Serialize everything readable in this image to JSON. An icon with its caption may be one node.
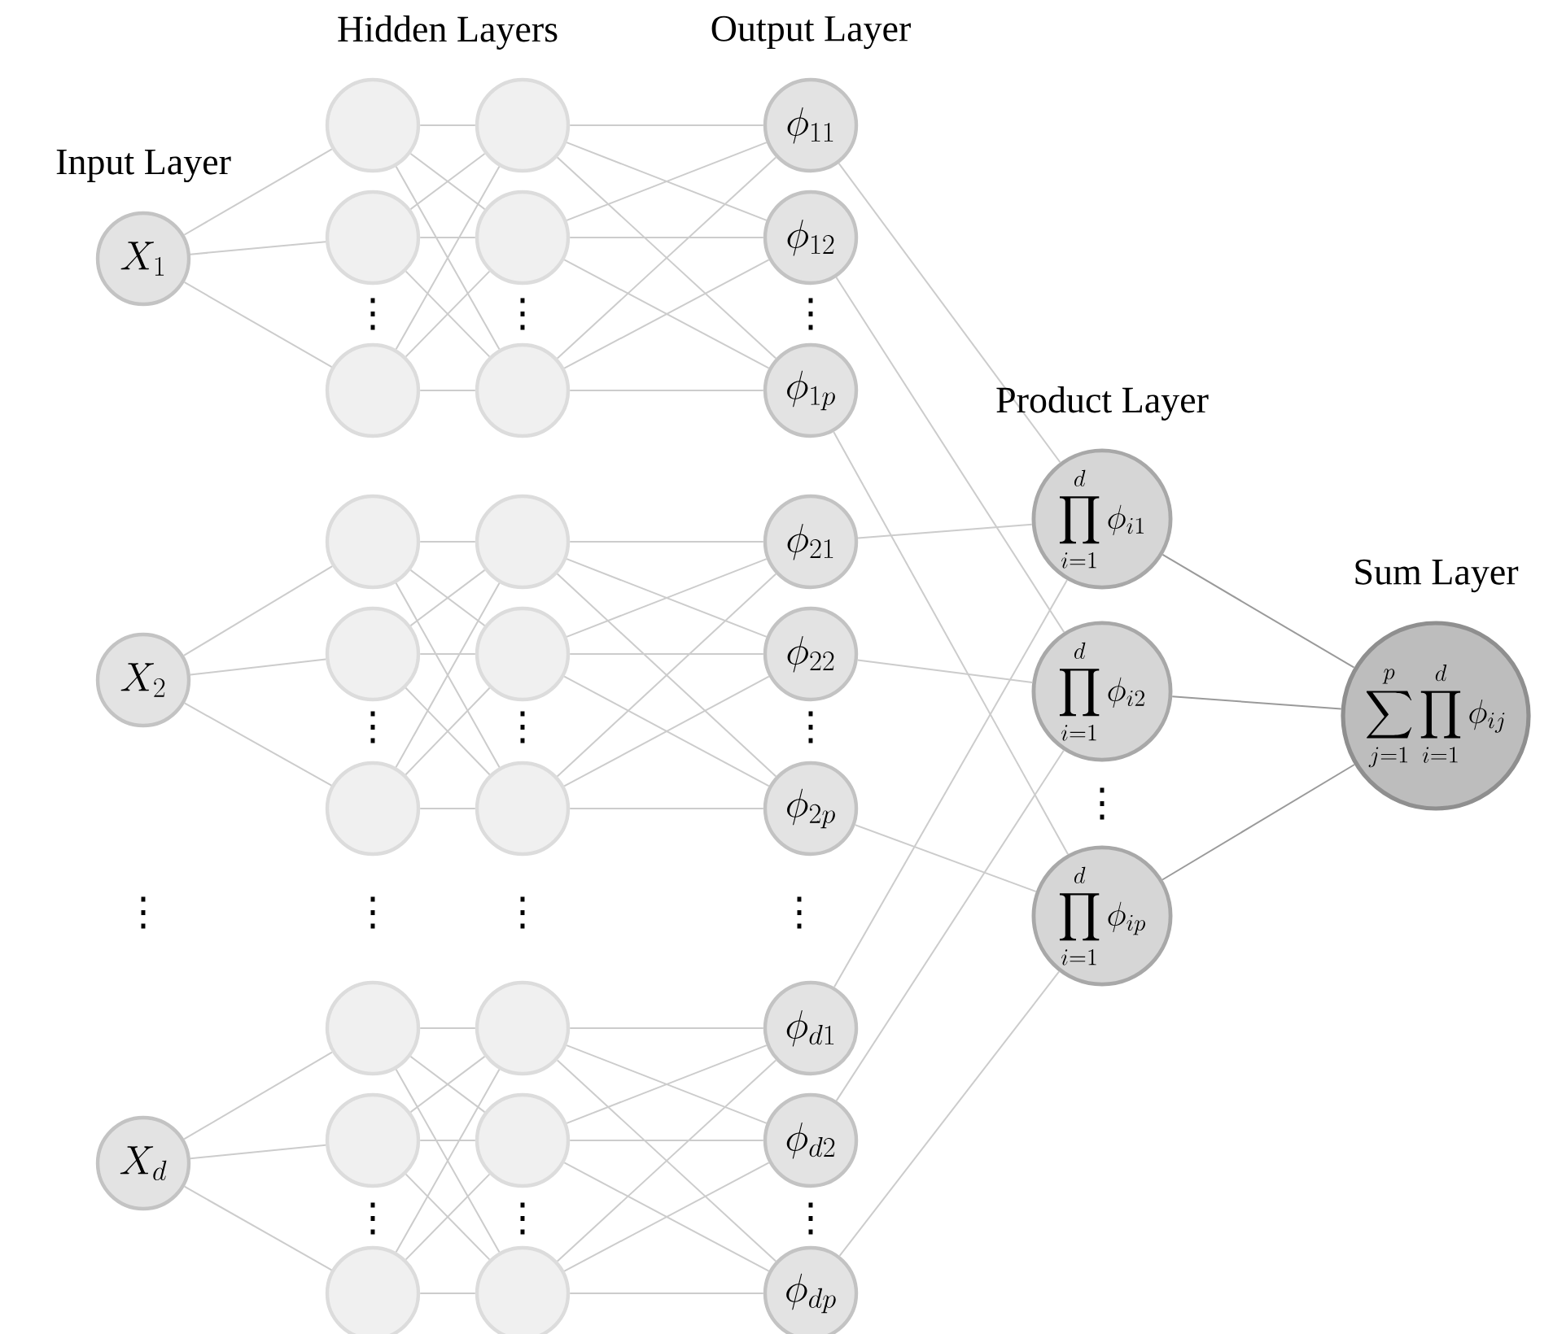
{
  "diagram": {
    "nodes": [
      {
        "text": [
          "X_1"
        ]
      },
      {
        "text": [
          "X_2"
        ]
      },
      {
        "text": [
          "X_d"
        ]
      },
      {
        "text": [],
        "shape": "circle"
      },
      {
        "text": [],
        "shape": "circle"
      },
      {
        "text": [],
        "shape": "circle"
      },
      {
        "text": [],
        "shape": "circle"
      },
      {
        "text": [],
        "shape": "circle"
      },
      {
        "text": [],
        "shape": "circle"
      },
      {
        "text": [],
        "shape": "circle"
      },
      {
        "text": [],
        "shape": "circle"
      },
      {
        "text": [],
        "shape": "circle"
      },
      {
        "text": [],
        "shape": "circle"
      },
      {
        "text": [],
        "shape": "circle"
      },
      {
        "text": [],
        "shape": "circle"
      },
      {
        "text": [],
        "shape": "circle"
      },
      {
        "text": [],
        "shape": "circle"
      },
      {
        "text": [],
        "shape": "circle"
      },
      {
        "text": [],
        "shape": "circle"
      },
      {
        "text": [],
        "shape": "circle"
      },
      {
        "text": [],
        "shape": "circle"
      },
      {
        "text": [
          "\\phi_{11}"
        ]
      },
      {
        "text": [
          "\\phi_{12}"
        ]
      },
      {
        "text": [
          "\\phi_{1p}"
        ]
      },
      {
        "text": [
          "\\phi_{21}"
        ]
      },
      {
        "text": [
          "\\phi_{22}"
        ]
      },
      {
        "text": [
          "\\phi_{2p}"
        ]
      },
      {
        "text": [
          "\\phi_{d1}"
        ]
      },
      {
        "text": [
          "\\phi_{d2}"
        ]
      },
      {
        "text": [
          "\\phi_{dp}"
        ]
      },
      {
        "text": [
          "\\prod_{i=1}^{d}\\phi_{i1}"
        ]
      },
      {
        "text": [
          "\\prod_{i=1}^{d}\\phi_{i2}"
        ]
      },
      {
        "text": [
          "\\prod_{i=1}^{d}\\phi_{ip}"
        ]
      },
      {
        "text": [
          "\\sum_{j=1}^{p}\\prod_{i=1}^{d}\\phi_{ij}"
        ]
      }
    ],
    "edges": [
      {
        "from": 0,
        "to": 3,
        "arrow": "none"
      },
      {
        "from": 0,
        "to": 4,
        "arrow": "none"
      },
      {
        "from": 0,
        "to": 5,
        "arrow": "none"
      },
      {
        "from": 3,
        "to": 12,
        "arrow": "none"
      },
      {
        "from": 3,
        "to": 13,
        "arrow": "none"
      },
      {
        "from": 3,
        "to": 14,
        "arrow": "none"
      },
      {
        "from": 4,
        "to": 12,
        "arrow": "none"
      },
      {
        "from": 4,
        "to": 13,
        "arrow": "none"
      },
      {
        "from": 4,
        "to": 14,
        "arrow": "none"
      },
      {
        "from": 5,
        "to": 12,
        "arrow": "none"
      },
      {
        "from": 5,
        "to": 13,
        "arrow": "none"
      },
      {
        "from": 5,
        "to": 14,
        "arrow": "none"
      },
      {
        "from": 12,
        "to": 21,
        "arrow": "none"
      },
      {
        "from": 12,
        "to": 22,
        "arrow": "none"
      },
      {
        "from": 12,
        "to": 23,
        "arrow": "none"
      },
      {
        "from": 13,
        "to": 21,
        "arrow": "none"
      },
      {
        "from": 13,
        "to": 22,
        "arrow": "none"
      },
      {
        "from": 13,
        "to": 23,
        "arrow": "none"
      },
      {
        "from": 14,
        "to": 21,
        "arrow": "none"
      },
      {
        "from": 14,
        "to": 22,
        "arrow": "none"
      },
      {
        "from": 14,
        "to": 23,
        "arrow": "none"
      },
      {
        "from": 1,
        "to": 6,
        "arrow": "none"
      },
      {
        "from": 1,
        "to": 7,
        "arrow": "none"
      },
      {
        "from": 1,
        "to": 8,
        "arrow": "none"
      },
      {
        "from": 6,
        "to": 15,
        "arrow": "none"
      },
      {
        "from": 6,
        "to": 16,
        "arrow": "none"
      },
      {
        "from": 6,
        "to": 17,
        "arrow": "none"
      },
      {
        "from": 7,
        "to": 15,
        "arrow": "none"
      },
      {
        "from": 7,
        "to": 16,
        "arrow": "none"
      },
      {
        "from": 7,
        "to": 17,
        "arrow": "none"
      },
      {
        "from": 8,
        "to": 15,
        "arrow": "none"
      },
      {
        "from": 8,
        "to": 16,
        "arrow": "none"
      },
      {
        "from": 8,
        "to": 17,
        "arrow": "none"
      },
      {
        "from": 15,
        "to": 24,
        "arrow": "none"
      },
      {
        "from": 15,
        "to": 25,
        "arrow": "none"
      },
      {
        "from": 15,
        "to": 26,
        "arrow": "none"
      },
      {
        "from": 16,
        "to": 24,
        "arrow": "none"
      },
      {
        "from": 16,
        "to": 25,
        "arrow": "none"
      },
      {
        "from": 16,
        "to": 26,
        "arrow": "none"
      },
      {
        "from": 17,
        "to": 24,
        "arrow": "none"
      },
      {
        "from": 17,
        "to": 25,
        "arrow": "none"
      },
      {
        "from": 17,
        "to": 26,
        "arrow": "none"
      },
      {
        "from": 2,
        "to": 9,
        "arrow": "none"
      },
      {
        "from": 2,
        "to": 10,
        "arrow": "none"
      },
      {
        "from": 2,
        "to": 11,
        "arrow": "none"
      },
      {
        "from": 9,
        "to": 18,
        "arrow": "none"
      },
      {
        "from": 9,
        "to": 19,
        "arrow": "none"
      },
      {
        "from": 9,
        "to": 20,
        "arrow": "none"
      },
      {
        "from": 10,
        "to": 18,
        "arrow": "none"
      },
      {
        "from": 10,
        "to": 19,
        "arrow": "none"
      },
      {
        "from": 10,
        "to": 20,
        "arrow": "none"
      },
      {
        "from": 11,
        "to": 18,
        "arrow": "none"
      },
      {
        "from": 11,
        "to": 19,
        "arrow": "none"
      },
      {
        "from": 11,
        "to": 20,
        "arrow": "none"
      },
      {
        "from": 18,
        "to": 27,
        "arrow": "none"
      },
      {
        "from": 18,
        "to": 28,
        "arrow": "none"
      },
      {
        "from": 18,
        "to": 29,
        "arrow": "none"
      },
      {
        "from": 19,
        "to": 27,
        "arrow": "none"
      },
      {
        "from": 19,
        "to": 28,
        "arrow": "none"
      },
      {
        "from": 19,
        "to": 29,
        "arrow": "none"
      },
      {
        "from": 20,
        "to": 27,
        "arrow": "none"
      },
      {
        "from": 20,
        "to": 28,
        "arrow": "none"
      },
      {
        "from": 20,
        "to": 29,
        "arrow": "none"
      },
      {
        "from": 21,
        "to": 30,
        "arrow": "none"
      },
      {
        "from": 22,
        "to": 31,
        "arrow": "none"
      },
      {
        "from": 23,
        "to": 32,
        "arrow": "none"
      },
      {
        "from": 24,
        "to": 30,
        "arrow": "none"
      },
      {
        "from": 25,
        "to": 31,
        "arrow": "none"
      },
      {
        "from": 26,
        "to": 32,
        "arrow": "none"
      },
      {
        "from": 27,
        "to": 30,
        "arrow": "none"
      },
      {
        "from": 28,
        "to": 31,
        "arrow": "none"
      },
      {
        "from": 29,
        "to": 32,
        "arrow": "none"
      },
      {
        "from": 30,
        "to": 33,
        "arrow": "none",
        "color": "#9a9a9a"
      },
      {
        "from": 31,
        "to": 33,
        "arrow": "none",
        "color": "#9a9a9a"
      },
      {
        "from": 32,
        "to": 33,
        "arrow": "none",
        "color": "#9a9a9a"
      }
    ],
    "labels": [
      "Hidden Layers",
      "Output Layer",
      "Input Layer",
      "Product Layer",
      "Sum Layer",
      "⋮",
      "⋮",
      "⋮",
      "⋮",
      "⋮",
      "⋮",
      "⋮",
      "⋮",
      "⋮",
      "⋮",
      "⋮",
      "⋮",
      "⋮",
      "⋮"
    ]
  }
}
